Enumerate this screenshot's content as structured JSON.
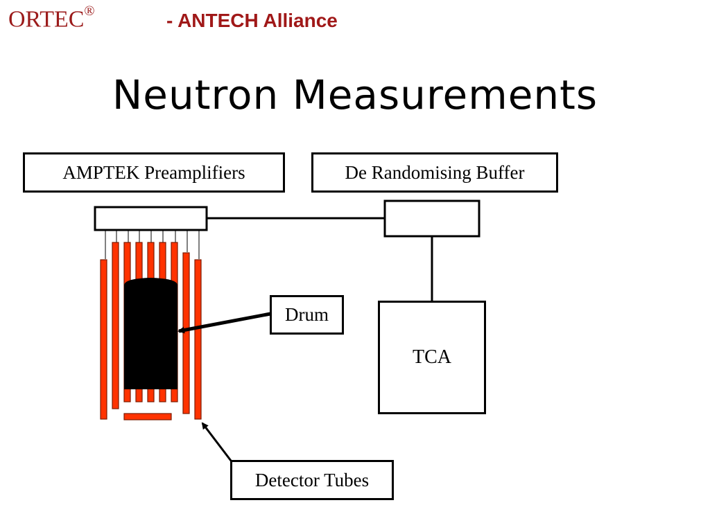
{
  "header": {
    "brand": "ORTEC",
    "brand_mark": "®",
    "alliance": "- ANTECH Alliance"
  },
  "title": "Neutron Measurements",
  "diagram": {
    "labels": {
      "preamplifiers": "AMPTEK Preamplifiers",
      "buffer": "De Randomising Buffer",
      "drum": "Drum",
      "tca": "TCA",
      "detector_tubes": "Detector Tubes"
    }
  },
  "colors": {
    "brand": "#9b1b1b",
    "alliance": "#a01818",
    "tube_fill": "#ff3300",
    "tube_stroke": "#7a1a00",
    "drum": "#000000",
    "line": "#000000"
  }
}
